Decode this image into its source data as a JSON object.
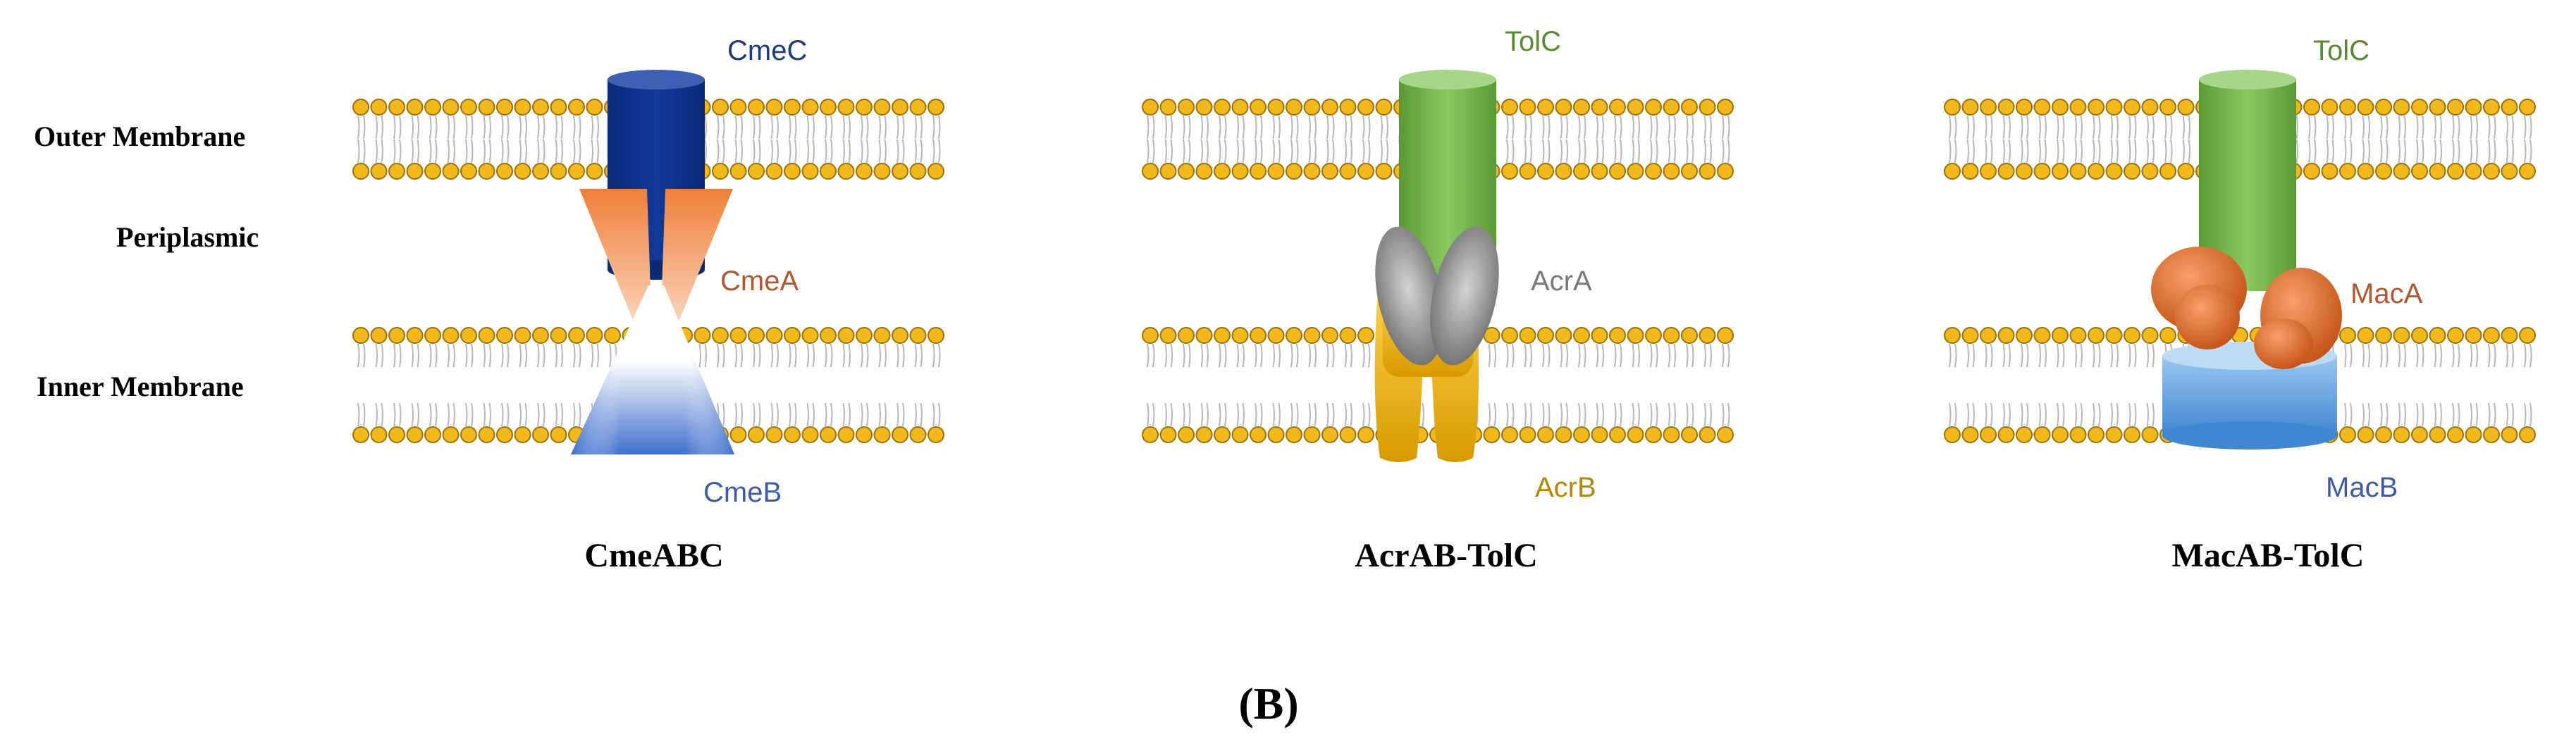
{
  "region_labels": {
    "outer_membrane": "Outer Membrane",
    "periplasmic": "Periplasmic",
    "inner_membrane": "Inner Membrane"
  },
  "panel_tag": "(B)",
  "pumps": [
    {
      "title": "CmeABC",
      "components": [
        {
          "label": "CmeC",
          "color": "#1f3a7a"
        },
        {
          "label": "CmeA",
          "color": "#b4572e"
        },
        {
          "label": "CmeB",
          "color": "#3d5aa8"
        }
      ]
    },
    {
      "title": "AcrAB-TolC",
      "components": [
        {
          "label": "TolC",
          "color": "#5b8a35"
        },
        {
          "label": "AcrA",
          "color": "#7a7a7a"
        },
        {
          "label": "AcrB",
          "color": "#b8860b"
        }
      ]
    },
    {
      "title": "MacAB-TolC",
      "components": [
        {
          "label": "TolC",
          "color": "#5b8a35"
        },
        {
          "label": "MacA",
          "color": "#b4572e"
        },
        {
          "label": "MacB",
          "color": "#3d5aa8"
        }
      ]
    }
  ],
  "colors": {
    "lipid_head": "#f2b81c",
    "lipid_head_outline": "#9a7208",
    "lipid_tail": "#b8b8b8",
    "cmec": "#0c2f86",
    "cmea": "#ef8b4a",
    "cmeb": "#4a78d0",
    "tolc": "#6aa940",
    "acra": "#8e8e8e",
    "acrb": "#f2b515",
    "maca": "#e5742c",
    "macb": "#5c9ad6"
  }
}
